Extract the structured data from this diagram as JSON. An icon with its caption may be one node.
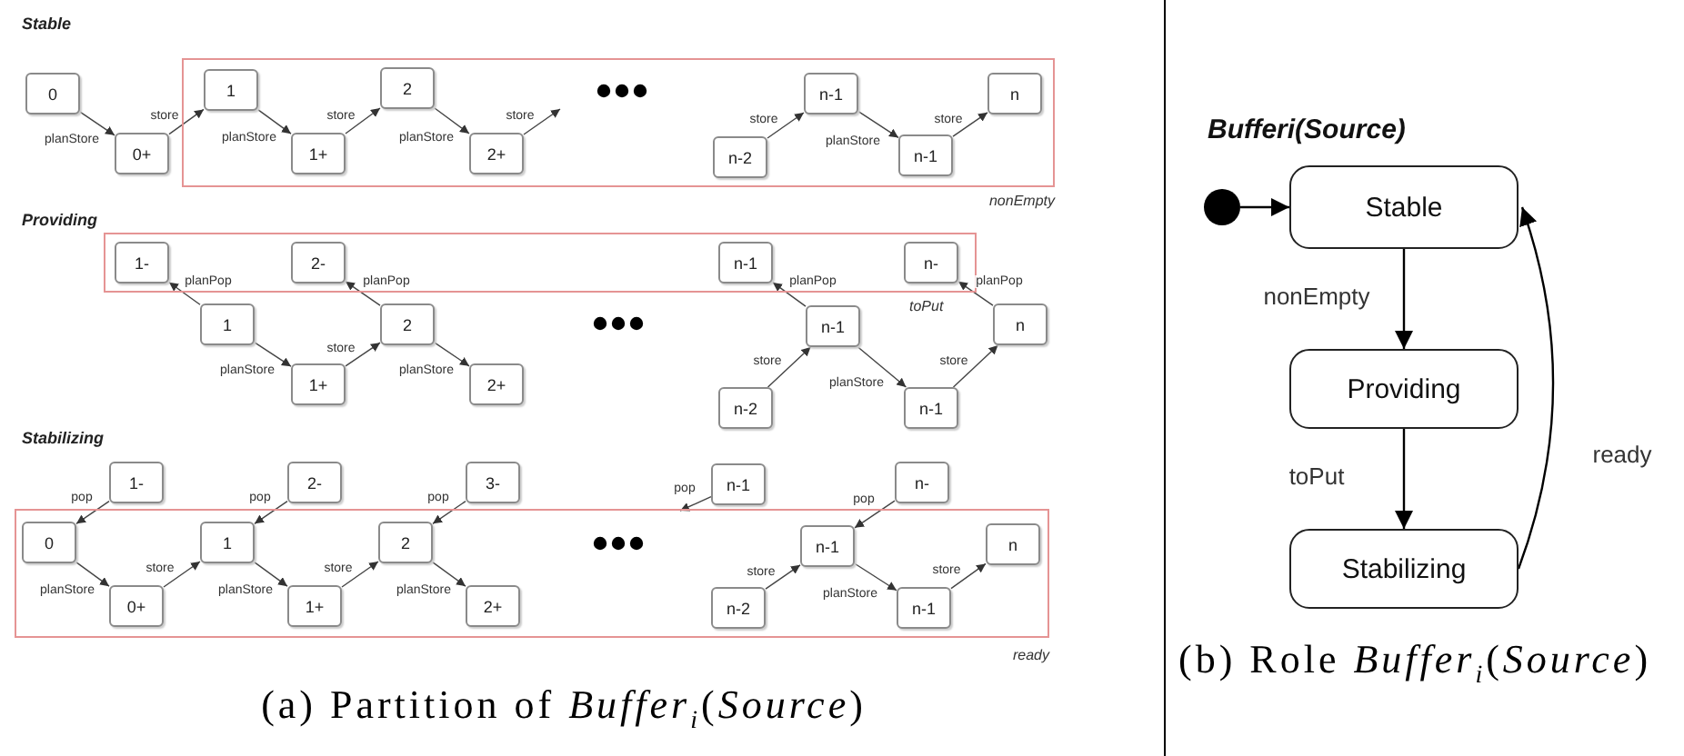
{
  "diagram": {
    "nodes": [
      {
        "text": [
          "0"
        ]
      },
      {
        "text": [
          "0+"
        ]
      },
      {
        "text": [],
        "shape": "box",
        "beside": [
          "nonEmpty"
        ]
      },
      {
        "text": [
          "1"
        ],
        "in": 2
      },
      {
        "text": [
          "1+"
        ],
        "in": 2
      },
      {
        "text": [
          "2"
        ],
        "in": 2
      },
      {
        "text": [
          "2+"
        ],
        "in": 2
      },
      {
        "text": [
          "n-2"
        ],
        "in": 2
      },
      {
        "text": [
          "n-1"
        ],
        "in": 2
      },
      {
        "text": [
          "n-1"
        ],
        "in": 2
      },
      {
        "text": [
          "n"
        ],
        "in": 2
      },
      {
        "text": [],
        "shape": "box",
        "beside": [
          "toPut"
        ]
      },
      {
        "text": [
          "1-"
        ],
        "in": 11
      },
      {
        "text": [
          "2-"
        ],
        "in": 11
      },
      {
        "text": [
          "n-1"
        ],
        "in": 11
      },
      {
        "text": [
          "n-"
        ],
        "in": 11
      },
      {
        "text": [
          "1"
        ]
      },
      {
        "text": [
          "2"
        ]
      },
      {
        "text": [
          "n-1"
        ]
      },
      {
        "text": [
          "n"
        ]
      },
      {
        "text": [
          "1+"
        ]
      },
      {
        "text": [
          "2+"
        ]
      },
      {
        "text": [
          "n-2"
        ]
      },
      {
        "text": [
          "n-1"
        ]
      },
      {
        "text": [
          "1-"
        ]
      },
      {
        "text": [
          "2-"
        ]
      },
      {
        "text": [
          "3-"
        ]
      },
      {
        "text": [
          "n-1"
        ]
      },
      {
        "text": [
          "n-"
        ]
      },
      {
        "text": [],
        "shape": "box",
        "beside": [
          "ready"
        ]
      },
      {
        "text": [
          "0"
        ],
        "in": 29
      },
      {
        "text": [
          "1"
        ],
        "in": 29
      },
      {
        "text": [
          "2"
        ],
        "in": 29
      },
      {
        "text": [
          "n-1"
        ],
        "in": 29
      },
      {
        "text": [
          "n"
        ],
        "in": 29
      },
      {
        "text": [
          "0+"
        ],
        "in": 29
      },
      {
        "text": [
          "1+"
        ],
        "in": 29
      },
      {
        "text": [
          "2+"
        ],
        "in": 29
      },
      {
        "text": [
          "n-2"
        ],
        "in": 29
      },
      {
        "text": [
          "n-1"
        ],
        "in": 29
      },
      {
        "text": [],
        "shape": "circle"
      },
      {
        "text": [
          "Stable"
        ]
      },
      {
        "text": [
          "Providing"
        ]
      },
      {
        "text": [
          "Stabilizing"
        ]
      }
    ],
    "edges": [
      {
        "from": 0,
        "to": 1,
        "arrow": "to",
        "label": "planStore"
      },
      {
        "from": 1,
        "to": 3,
        "arrow": "to",
        "label": "store"
      },
      {
        "from": 3,
        "to": 4,
        "arrow": "to",
        "label": "planStore"
      },
      {
        "from": 4,
        "to": 5,
        "arrow": "to",
        "label": "store"
      },
      {
        "from": 5,
        "to": 6,
        "arrow": "to",
        "label": "planStore"
      },
      {
        "from": 6,
        "to": null,
        "arrow": "to",
        "label": "store"
      },
      {
        "from": 7,
        "to": 8,
        "arrow": "to",
        "label": "store"
      },
      {
        "from": 8,
        "to": 9,
        "arrow": "to",
        "label": "planStore"
      },
      {
        "from": 9,
        "to": 10,
        "arrow": "to",
        "label": "store"
      },
      {
        "from": 16,
        "to": 12,
        "arrow": "to",
        "label": "planPop"
      },
      {
        "from": 16,
        "to": 20,
        "arrow": "to",
        "label": "planStore"
      },
      {
        "from": 20,
        "to": 17,
        "arrow": "to",
        "label": "store"
      },
      {
        "from": 17,
        "to": 13,
        "arrow": "to",
        "label": "planPop"
      },
      {
        "from": 17,
        "to": 21,
        "arrow": "to",
        "label": "planStore"
      },
      {
        "from": 22,
        "to": 18,
        "arrow": "to",
        "label": "store"
      },
      {
        "from": 18,
        "to": 14,
        "arrow": "to",
        "label": "planPop"
      },
      {
        "from": 18,
        "to": 23,
        "arrow": "to",
        "label": "planStore"
      },
      {
        "from": 23,
        "to": 19,
        "arrow": "to",
        "label": "store"
      },
      {
        "from": 19,
        "to": 15,
        "arrow": "to",
        "label": "planPop"
      },
      {
        "from": 24,
        "to": 30,
        "arrow": "to",
        "label": "pop"
      },
      {
        "from": 30,
        "to": 35,
        "arrow": "to",
        "label": "planStore"
      },
      {
        "from": 35,
        "to": 31,
        "arrow": "to",
        "label": "store"
      },
      {
        "from": 25,
        "to": 31,
        "arrow": "to",
        "label": "pop"
      },
      {
        "from": 31,
        "to": 36,
        "arrow": "to",
        "label": "planStore"
      },
      {
        "from": 36,
        "to": 32,
        "arrow": "to",
        "label": "store"
      },
      {
        "from": 26,
        "to": 32,
        "arrow": "to",
        "label": "pop"
      },
      {
        "from": 32,
        "to": 37,
        "arrow": "to",
        "label": "planStore"
      },
      {
        "from": 27,
        "to": 29,
        "arrow": "to",
        "label": "pop"
      },
      {
        "from": 28,
        "to": 33,
        "arrow": "to",
        "label": "pop"
      },
      {
        "from": 38,
        "to": 33,
        "arrow": "to",
        "label": "store"
      },
      {
        "from": 33,
        "to": 39,
        "arrow": "to",
        "label": "planStore"
      },
      {
        "from": 39,
        "to": 34,
        "arrow": "to",
        "label": "store"
      },
      {
        "from": 40,
        "to": 41,
        "arrow": "to"
      },
      {
        "from": 41,
        "to": 42,
        "arrow": "to",
        "label": "nonEmpty"
      },
      {
        "from": 42,
        "to": 43,
        "arrow": "to",
        "label": "toPut"
      },
      {
        "from": 43,
        "to": 41,
        "arrow": "to",
        "label": "ready"
      }
    ],
    "labels": [
      "Stable",
      "Providing",
      "Stabilizing",
      "Bufferi(Source)",
      "(a) Partition of *Buffer*$_{i}$(*Source*)",
      "(b) Role *Buffer*$_{i}$(*Source*)"
    ]
  }
}
